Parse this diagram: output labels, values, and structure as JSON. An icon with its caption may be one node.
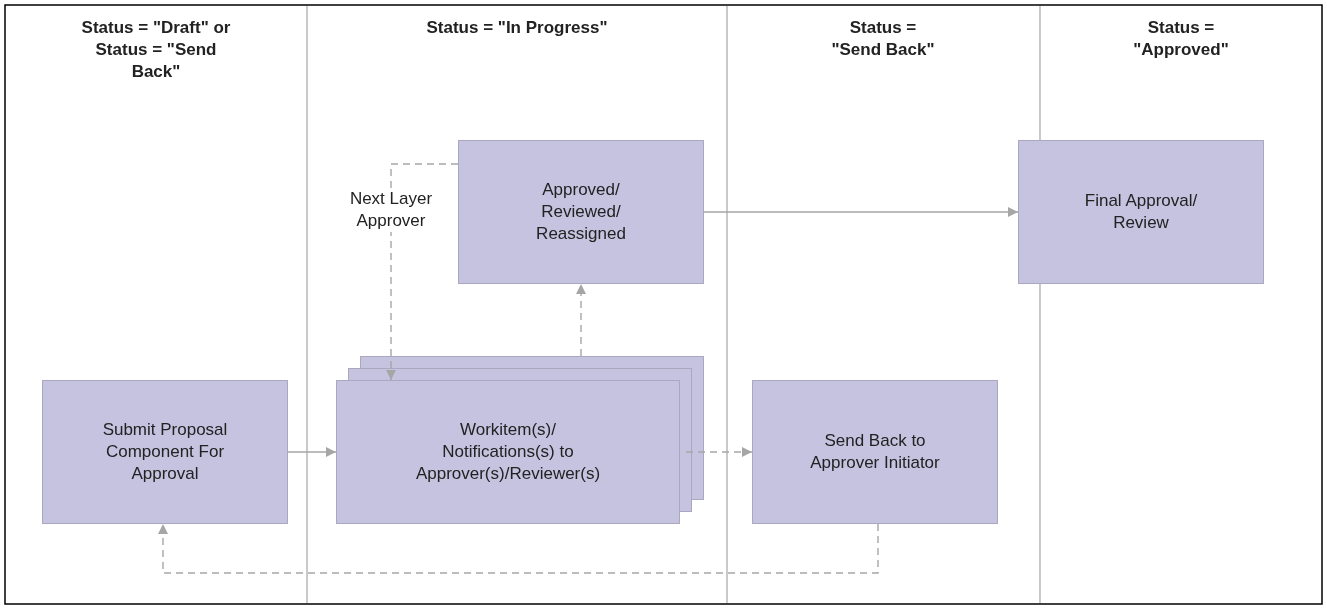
{
  "diagram": {
    "nodes": [
      {
        "text": [
          "Submit Proposal Component For Approval"
        ]
      },
      {
        "text": [
          "Workitem(s)/ Notifications(s) to Approver(s)/Reviewer(s)"
        ]
      },
      {
        "text": [
          "Approved/ Reviewed/ Reassigned"
        ]
      },
      {
        "text": [
          "Final Approval/ Review"
        ]
      },
      {
        "text": [
          "Send Back to Approver Initiator"
        ]
      }
    ],
    "edges": [
      {
        "from": 0,
        "to": 1,
        "arrow": "to"
      },
      {
        "from": 1,
        "to": 4,
        "arrow": "to",
        "style": "dashed"
      },
      {
        "from": 1,
        "to": 2,
        "arrow": "to",
        "style": "dashed"
      },
      {
        "from": 2,
        "to": 1,
        "arrow": "to",
        "style": "dashed",
        "label": "Next Layer Approver"
      },
      {
        "from": 2,
        "to": 3,
        "arrow": "to"
      },
      {
        "from": 4,
        "to": 0,
        "arrow": "to",
        "style": "dashed"
      }
    ],
    "labels": [
      "Status = \"Draft\" or Status = \"Send Back\"",
      "Status = \"In Progress\"",
      "Status = \"Send Back\"",
      "Status = \"Approved\""
    ]
  }
}
